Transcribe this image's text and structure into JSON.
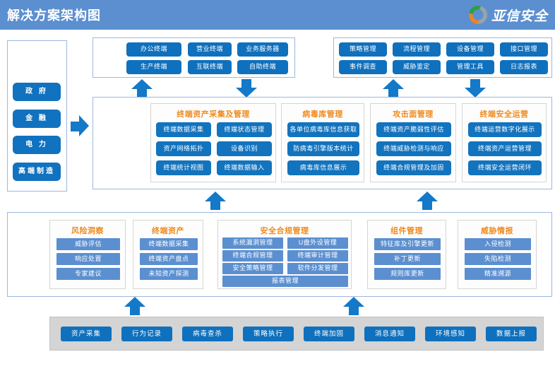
{
  "header": {
    "title": "解决方案架构图",
    "brand": "亚信安全",
    "logo_icon": "asiainfo-ring-icon",
    "bg_color": "#5b8fd0"
  },
  "sidebar": {
    "name": "industry-sidebar",
    "items": [
      {
        "label": "政 府"
      },
      {
        "label": "金 融"
      },
      {
        "label": "电 力"
      },
      {
        "label": "高端制造"
      }
    ]
  },
  "top_left_group": {
    "name": "terminal-endpoints",
    "items": [
      "办公终端",
      "营业终端",
      "业务服务器",
      "生产终端",
      "互联终端",
      "自助终端"
    ]
  },
  "top_right_group": {
    "name": "management-console",
    "items": [
      "策略管理",
      "流程管理",
      "设备管理",
      "接口管理",
      "事件调查",
      "威胁鉴定",
      "管理工具",
      "日志报表"
    ]
  },
  "middle_row": {
    "name": "platform-capability-row",
    "cards": [
      {
        "title": "终端资产采集及管理",
        "columns": 2,
        "items": [
          "终端数据采集",
          "终端状态管理",
          "资产网络拓扑",
          "设备识别",
          "终端统计视图",
          "终端数据输入"
        ]
      },
      {
        "title": "病毒库管理",
        "columns": 1,
        "items": [
          "各单位病毒库信息获取",
          "防病毒引擎版本统计",
          "病毒库信息展示"
        ]
      },
      {
        "title": "攻击面管理",
        "columns": 1,
        "items": [
          "终端资产脆弱性评估",
          "终端威胁检测与响应",
          "终端合规管理及加固"
        ]
      },
      {
        "title": "终端安全运营",
        "columns": 1,
        "items": [
          "终端运营数字化展示",
          "终端资产运营管理",
          "终端安全运营闭环"
        ]
      }
    ]
  },
  "third_row": {
    "name": "function-module-row",
    "cards": [
      {
        "title": "风险洞察",
        "columns": 1,
        "items": [
          "威胁评估",
          "响应处置",
          "专家建议"
        ]
      },
      {
        "title": "终端资产",
        "columns": 1,
        "items": [
          "终端数据采集",
          "终端资产盘点",
          "未知资产探测"
        ]
      },
      {
        "title": "安全合规管理",
        "columns": 2,
        "items": [
          "系统漏洞管理",
          "U盘外设管理",
          "终端合规管理",
          "终端审计管理",
          "安全策略管理",
          "软件分发管理"
        ],
        "full_width_item": "报表管理"
      },
      {
        "title": "组件管理",
        "columns": 1,
        "items": [
          "特征库及引擎更新",
          "补丁更新",
          "规则库更新"
        ]
      },
      {
        "title": "威胁情报",
        "columns": 1,
        "items": [
          "入侵检测",
          "失陷检测",
          "精准溯源"
        ]
      }
    ]
  },
  "bottom_bar": {
    "name": "agent-capability-bar",
    "items": [
      "资产采集",
      "行为记录",
      "病毒查杀",
      "策略执行",
      "终端加固",
      "消息通知",
      "环境感知",
      "数据上报"
    ]
  },
  "arrows": {
    "flow_up_icon": "arrow-up-icon",
    "flow_down_icon": "arrow-down-icon",
    "flow_right_icon": "arrow-right-icon"
  },
  "colors": {
    "header": "#5b8fd0",
    "button_primary": "#0f70bd",
    "button_soft": "#5b8fd0",
    "card_title": "#f08a1d",
    "arrow": "#1379c8",
    "panel_border": "#9db7de",
    "bottom_bar_bg": "#d4d4d4"
  }
}
